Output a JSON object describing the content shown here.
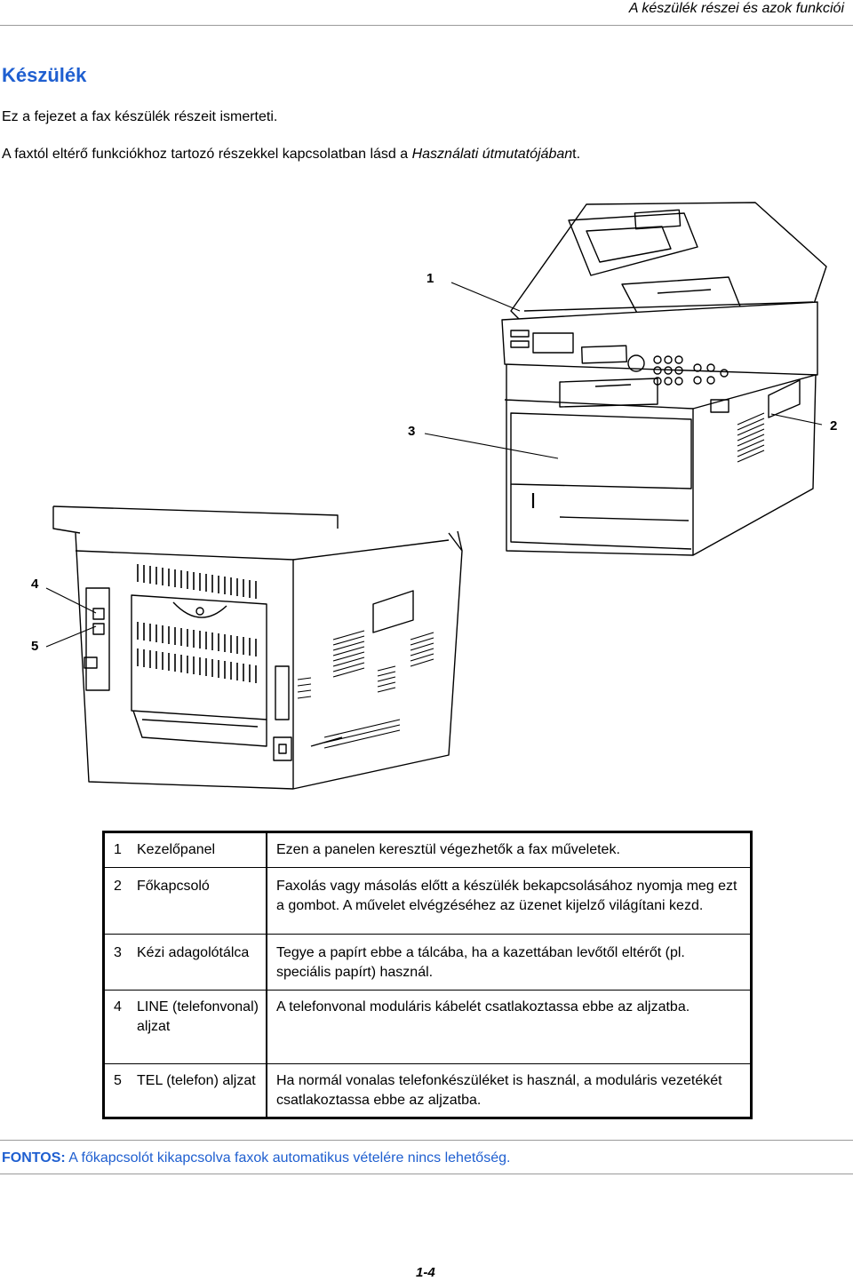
{
  "header": {
    "title": "A készülék részei és azok funkciói"
  },
  "section": {
    "title": "Készülék"
  },
  "intro": {
    "line1": "Ez a fejezet a fax készülék részeit ismerteti.",
    "line2_prefix": "A faxtól eltérő funkciókhoz tartozó részekkel kapcsolatban lásd a ",
    "line2_italic": "Használati útmutatójában",
    "line2_suffix": "t."
  },
  "callouts": [
    "1",
    "2",
    "3",
    "4",
    "5"
  ],
  "parts": [
    {
      "num": "1",
      "name": "Kezelőpanel",
      "desc": "Ezen a panelen keresztül végezhetők a fax műveletek."
    },
    {
      "num": "2",
      "name": "Főkapcsoló",
      "desc": "Faxolás vagy másolás előtt a készülék bekapcsolásához nyomja meg ezt a gombot. A művelet elvégzéséhez az üzenet kijelző világítani kezd."
    },
    {
      "num": "3",
      "name": "Kézi adagolótálca",
      "desc": "Tegye a papírt ebbe a tálcába, ha a kazettában levőtől eltérőt (pl. speciális papírt) használ."
    },
    {
      "num": "4",
      "name": "LINE (telefonvonal) aljzat",
      "desc": "A telefonvonal moduláris kábelét csatlakoztassa ebbe az aljzatba."
    },
    {
      "num": "5",
      "name": "TEL (telefon) aljzat",
      "desc": "Ha normál vonalas telefonkészüléket is használ, a moduláris vezetékét csatlakoztassa ebbe az aljzatba."
    }
  ],
  "notice": {
    "label": "FONTOS:",
    "text": " A főkapcsolót kikapcsolva faxok automatikus vételére nincs lehetőség."
  },
  "footer": {
    "page": "1-4"
  }
}
